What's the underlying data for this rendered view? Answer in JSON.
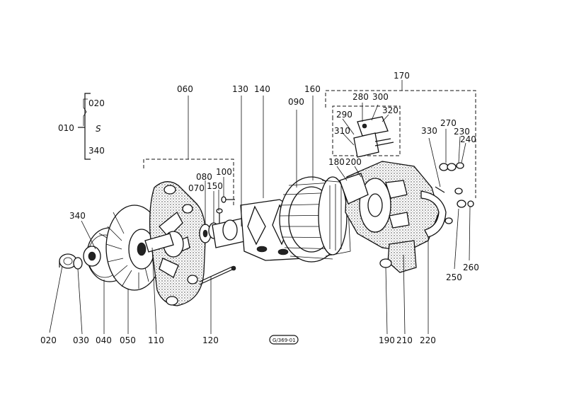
{
  "labels": {
    "l010": "010",
    "l020a": "020",
    "l340a": "340",
    "l060": "060",
    "l130": "130",
    "l140": "140",
    "l160": "160",
    "l090": "090",
    "l170": "170",
    "l280": "280",
    "l300": "300",
    "l320": "320",
    "l290": "290",
    "l310": "310",
    "l180": "180",
    "l200": "200",
    "l330": "330",
    "l270": "270",
    "l230": "230",
    "l240": "240",
    "l080": "080",
    "l100": "100",
    "l070": "070",
    "l150": "150",
    "l340b": "340",
    "l020b": "020",
    "l030": "030",
    "l040": "040",
    "l050": "050",
    "l110": "110",
    "l120": "120",
    "l190": "190",
    "l210": "210",
    "l220": "220",
    "l250": "250",
    "l260": "260",
    "tilde": "S",
    "stamp": "G/369-01"
  }
}
